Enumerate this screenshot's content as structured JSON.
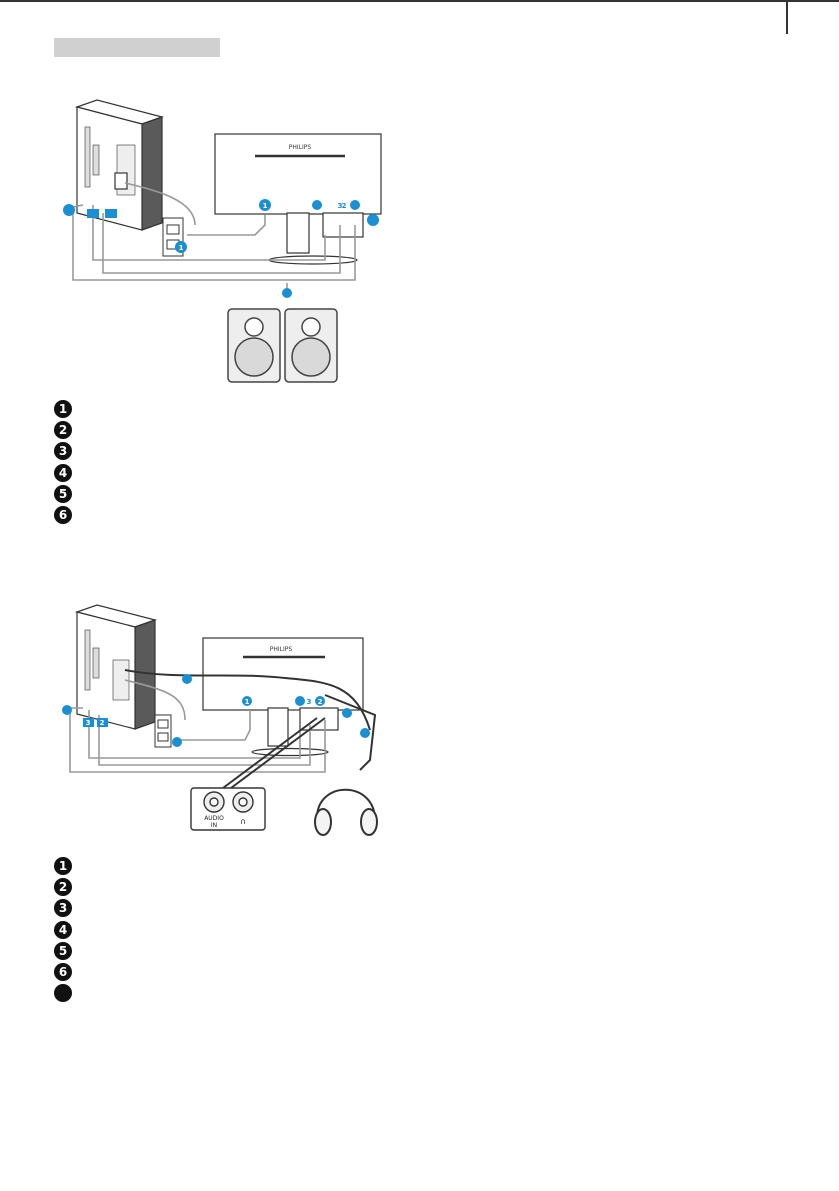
{
  "colors": {
    "accent": "#1b8fd3",
    "label_bg": "#d0d0d0",
    "line": "#8a8a8a",
    "ink": "#333333"
  },
  "section": {
    "label": ""
  },
  "diagram1": {
    "brand": "PHILIPS",
    "callouts": [
      "1",
      "3",
      "2",
      "1"
    ],
    "list": [
      {
        "num": "1",
        "text": ""
      },
      {
        "num": "2",
        "text": ""
      },
      {
        "num": "3",
        "text": ""
      },
      {
        "num": "4",
        "text": ""
      },
      {
        "num": "5",
        "text": ""
      },
      {
        "num": "6",
        "text": ""
      }
    ]
  },
  "diagram2": {
    "brand": "PHILIPS",
    "callouts": [
      "3",
      "2",
      "1",
      "3",
      "2"
    ],
    "ports": {
      "audio_in_1": "AUDIO",
      "audio_in_2": "IN",
      "headphone": "∩"
    },
    "list": [
      {
        "num": "1",
        "text": ""
      },
      {
        "num": "2",
        "text": ""
      },
      {
        "num": "3",
        "text": ""
      },
      {
        "num": "4",
        "text": ""
      },
      {
        "num": "5",
        "text": ""
      },
      {
        "num": "6",
        "text": ""
      },
      {
        "num": "",
        "text": ""
      }
    ]
  }
}
